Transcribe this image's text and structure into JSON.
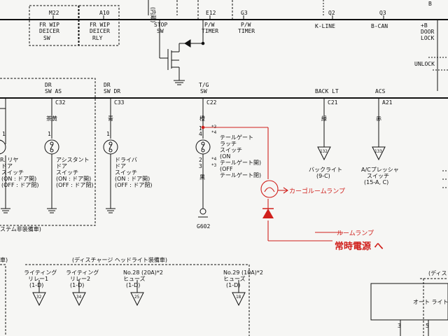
{
  "top_row": {
    "connectors": [
      "M22",
      "A10",
      "E12",
      "G3",
      "Q2",
      "Q3"
    ],
    "vertical_note": "(内蔵)",
    "b_note": "B"
  },
  "top_labels": {
    "fr_wip_deicer_sw": [
      "FR WIP",
      "DEICER",
      "SW"
    ],
    "fr_wip_deicer_rly": [
      "FR WIP",
      "DEICER",
      "RLY"
    ],
    "stop_sw": [
      "STOP",
      "SW"
    ],
    "pw_timer_1": [
      "P/W",
      "TIMER"
    ],
    "pw_timer_2": [
      "P/W",
      "TIMER"
    ],
    "k_line": "K-LINE",
    "b_can": "B-CAN",
    "rb_door_lock": [
      "+B",
      "DOOR",
      "LOCK"
    ],
    "unlock": "UNLOCK"
  },
  "mid_labels": {
    "dr_sw_as": [
      "DR",
      "SW AS"
    ],
    "dr_sw_dr": [
      "DR",
      "SW DR"
    ],
    "tg_sw": [
      "T/G",
      "SW"
    ],
    "back_lt": "BACK LT",
    "acs": "ACS"
  },
  "mid_connectors": {
    "c32": "C32",
    "c33": "C33",
    "c22": "C22",
    "c21": "C21",
    "a21": "A21"
  },
  "wire_colors": {
    "asst": "茶黄",
    "drv": "青",
    "tg": "橙",
    "back": "緑",
    "acs": "赤",
    "tg_gnd": "黒"
  },
  "pins": {
    "p1": "1",
    "p2": "2",
    "p3": "3",
    "p4": "4"
  },
  "switches": {
    "rear": {
      "lines": [
        "R. リヤ",
        "ドア",
        "スイッチ",
        "(ON : ドア開)",
        "(OFF : ドア閉)"
      ]
    },
    "assist": {
      "lines": [
        "アシスタント",
        "ドア",
        "スイッチ",
        "(ON : ドア開)",
        "(OFF : ドア閉)"
      ]
    },
    "driver": {
      "lines": [
        "ドライバ",
        "ドア",
        "スイッチ",
        "(ON : ドア開)",
        "(OFF : ドア閉)"
      ]
    },
    "tailgate": {
      "lines": [
        "テールゲート",
        "ラッチ",
        "スイッチ",
        "(ON",
        "テールゲート開)",
        "(OFF",
        "テールゲート閉)"
      ]
    }
  },
  "tg_pin_marks": {
    "m1": "*3",
    "m2": "*4",
    "m3": "*4",
    "m4": "*3"
  },
  "ground": "G602",
  "refs": {
    "back_light": {
      "num": "132",
      "lines": [
        "バックライト",
        "(9-C)"
      ]
    },
    "ac_pressure": {
      "num": "133",
      "lines": [
        "A/Cプレッシャ",
        "スイッチ",
        "(15-A, C)"
      ]
    },
    "lighting1": {
      "num": "32",
      "lines": [
        "ライティング",
        "リレー1",
        "(1-D)"
      ]
    },
    "lighting2": {
      "num": "34",
      "lines": [
        "ライティング",
        "リレー2",
        "(1-D)"
      ]
    },
    "fuse28": {
      "num": "25",
      "lines": [
        "No.28 (20A)*2",
        "ヒューズ",
        "(1-D)"
      ]
    },
    "fuse29": {
      "num": "18",
      "lines": [
        "No.29 (10A)*2",
        "ヒューズ",
        "(1-D)"
      ]
    }
  },
  "section_labels": {
    "system_non_equipped": "ステム非装備車)",
    "discharge_headlight": "(ディスチャージ ヘッドライト装備車)",
    "left_paren": "車)",
    "right_paren": "(ディス",
    "auto_light": "オート ライト",
    "pin3": "3",
    "pin5": "5"
  },
  "annotations": {
    "cargo_lamp": "カーゴルームランプ",
    "room_lamp": "ルームランプ",
    "constant_power": "常時電源 へ"
  },
  "colors": {
    "ink": "#111111",
    "annotation_red": "#d0201c",
    "paper": "#f6f6f4"
  }
}
